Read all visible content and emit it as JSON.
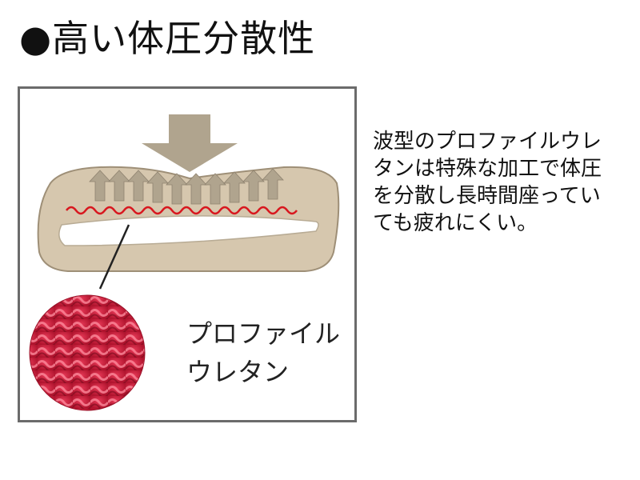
{
  "title": "●高い体圧分散性",
  "illustration": {
    "callout_lines": [
      "プロファイル",
      "ウレタン"
    ],
    "colors": {
      "cushion": "#d6c7ae",
      "cushion_edge": "#9e8f77",
      "arrow": "#b0a48e",
      "wave": "#d8181f",
      "foam": "#d11d3b",
      "frame": "#6b6b6b"
    },
    "icons": [
      "down-arrow-icon",
      "up-arrow-icon"
    ]
  },
  "description_lines": [
    "波型のプロファイルウレ",
    "タンは特殊な加工で体圧",
    "を分散し長時間座ってい",
    "ても疲れにくい。"
  ]
}
